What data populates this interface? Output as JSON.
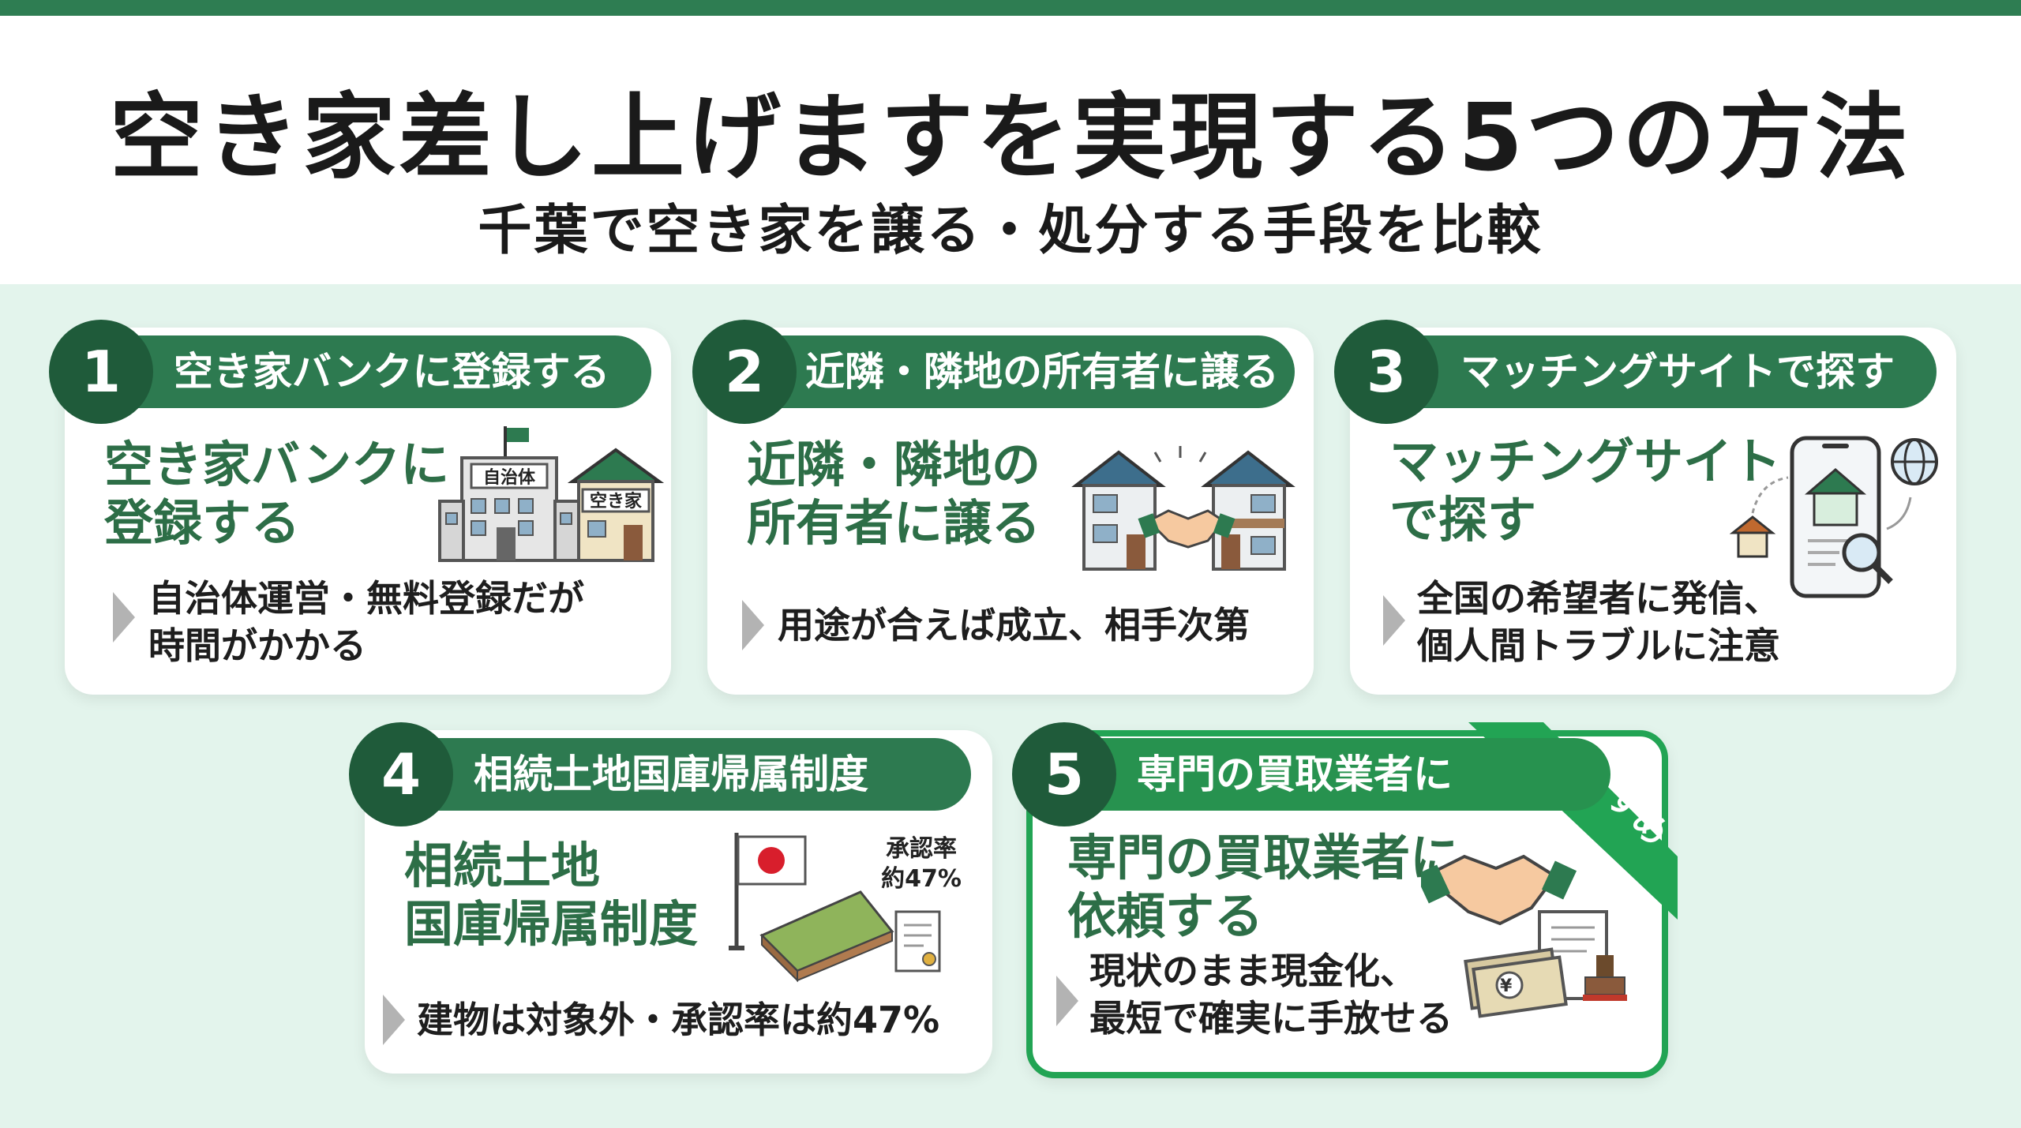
{
  "header": {
    "title": "空き家差し上げますを実現する5つの方法",
    "subtitle": "千葉で空き家を譲る・処分する手段を比較"
  },
  "methods": [
    {
      "num": "1",
      "label": "空き家バンクに登録する",
      "title_line1": "空き家バンクに",
      "title_line2": "登録する",
      "desc_line1": "自治体運営・無料登録だが",
      "desc_line2": "時間がかかる",
      "illus_texts": [
        "自治体",
        "空き家"
      ]
    },
    {
      "num": "2",
      "label": "近隣・隣地の所有者に譲る",
      "title_line1": "近隣・隣地の",
      "title_line2": "所有者に譲る",
      "desc_line1": "用途が合えば成立、相手次第",
      "desc_line2": ""
    },
    {
      "num": "3",
      "label": "マッチングサイトで探す",
      "title_line1": "マッチングサイト",
      "title_line2": "で探す",
      "desc_line1": "全国の希望者に発信、",
      "desc_line2": "個人間トラブルに注意"
    },
    {
      "num": "4",
      "label": "相続土地国庫帰属制度",
      "title_line1": "相続土地",
      "title_line2": "国庫帰属制度",
      "desc_line1": "建物は対象外・承認率は約47%",
      "desc_line2": "",
      "illus_texts": [
        "承認率",
        "約47%"
      ]
    },
    {
      "num": "5",
      "label": "専門の買取業者に",
      "title_line1": "専門の買取業者に",
      "title_line2": "依頼する",
      "desc_line1": "現状のまま現金化、",
      "desc_line2": "最短で確実に手放せる",
      "badge": "おすすめ",
      "illus_texts": [
        "¥"
      ]
    }
  ],
  "colors": {
    "accent": "#2d7a50",
    "dark": "#1f5b3a",
    "recommend": "#22a454",
    "band": "#e3f4ec"
  },
  "icons": [
    "building-icon",
    "house-icon",
    "handshake-icon",
    "smartphone-icon",
    "globe-icon",
    "magnifier-icon",
    "japan-flag-icon",
    "land-plot-icon",
    "document-icon",
    "money-icon",
    "stamp-icon"
  ]
}
